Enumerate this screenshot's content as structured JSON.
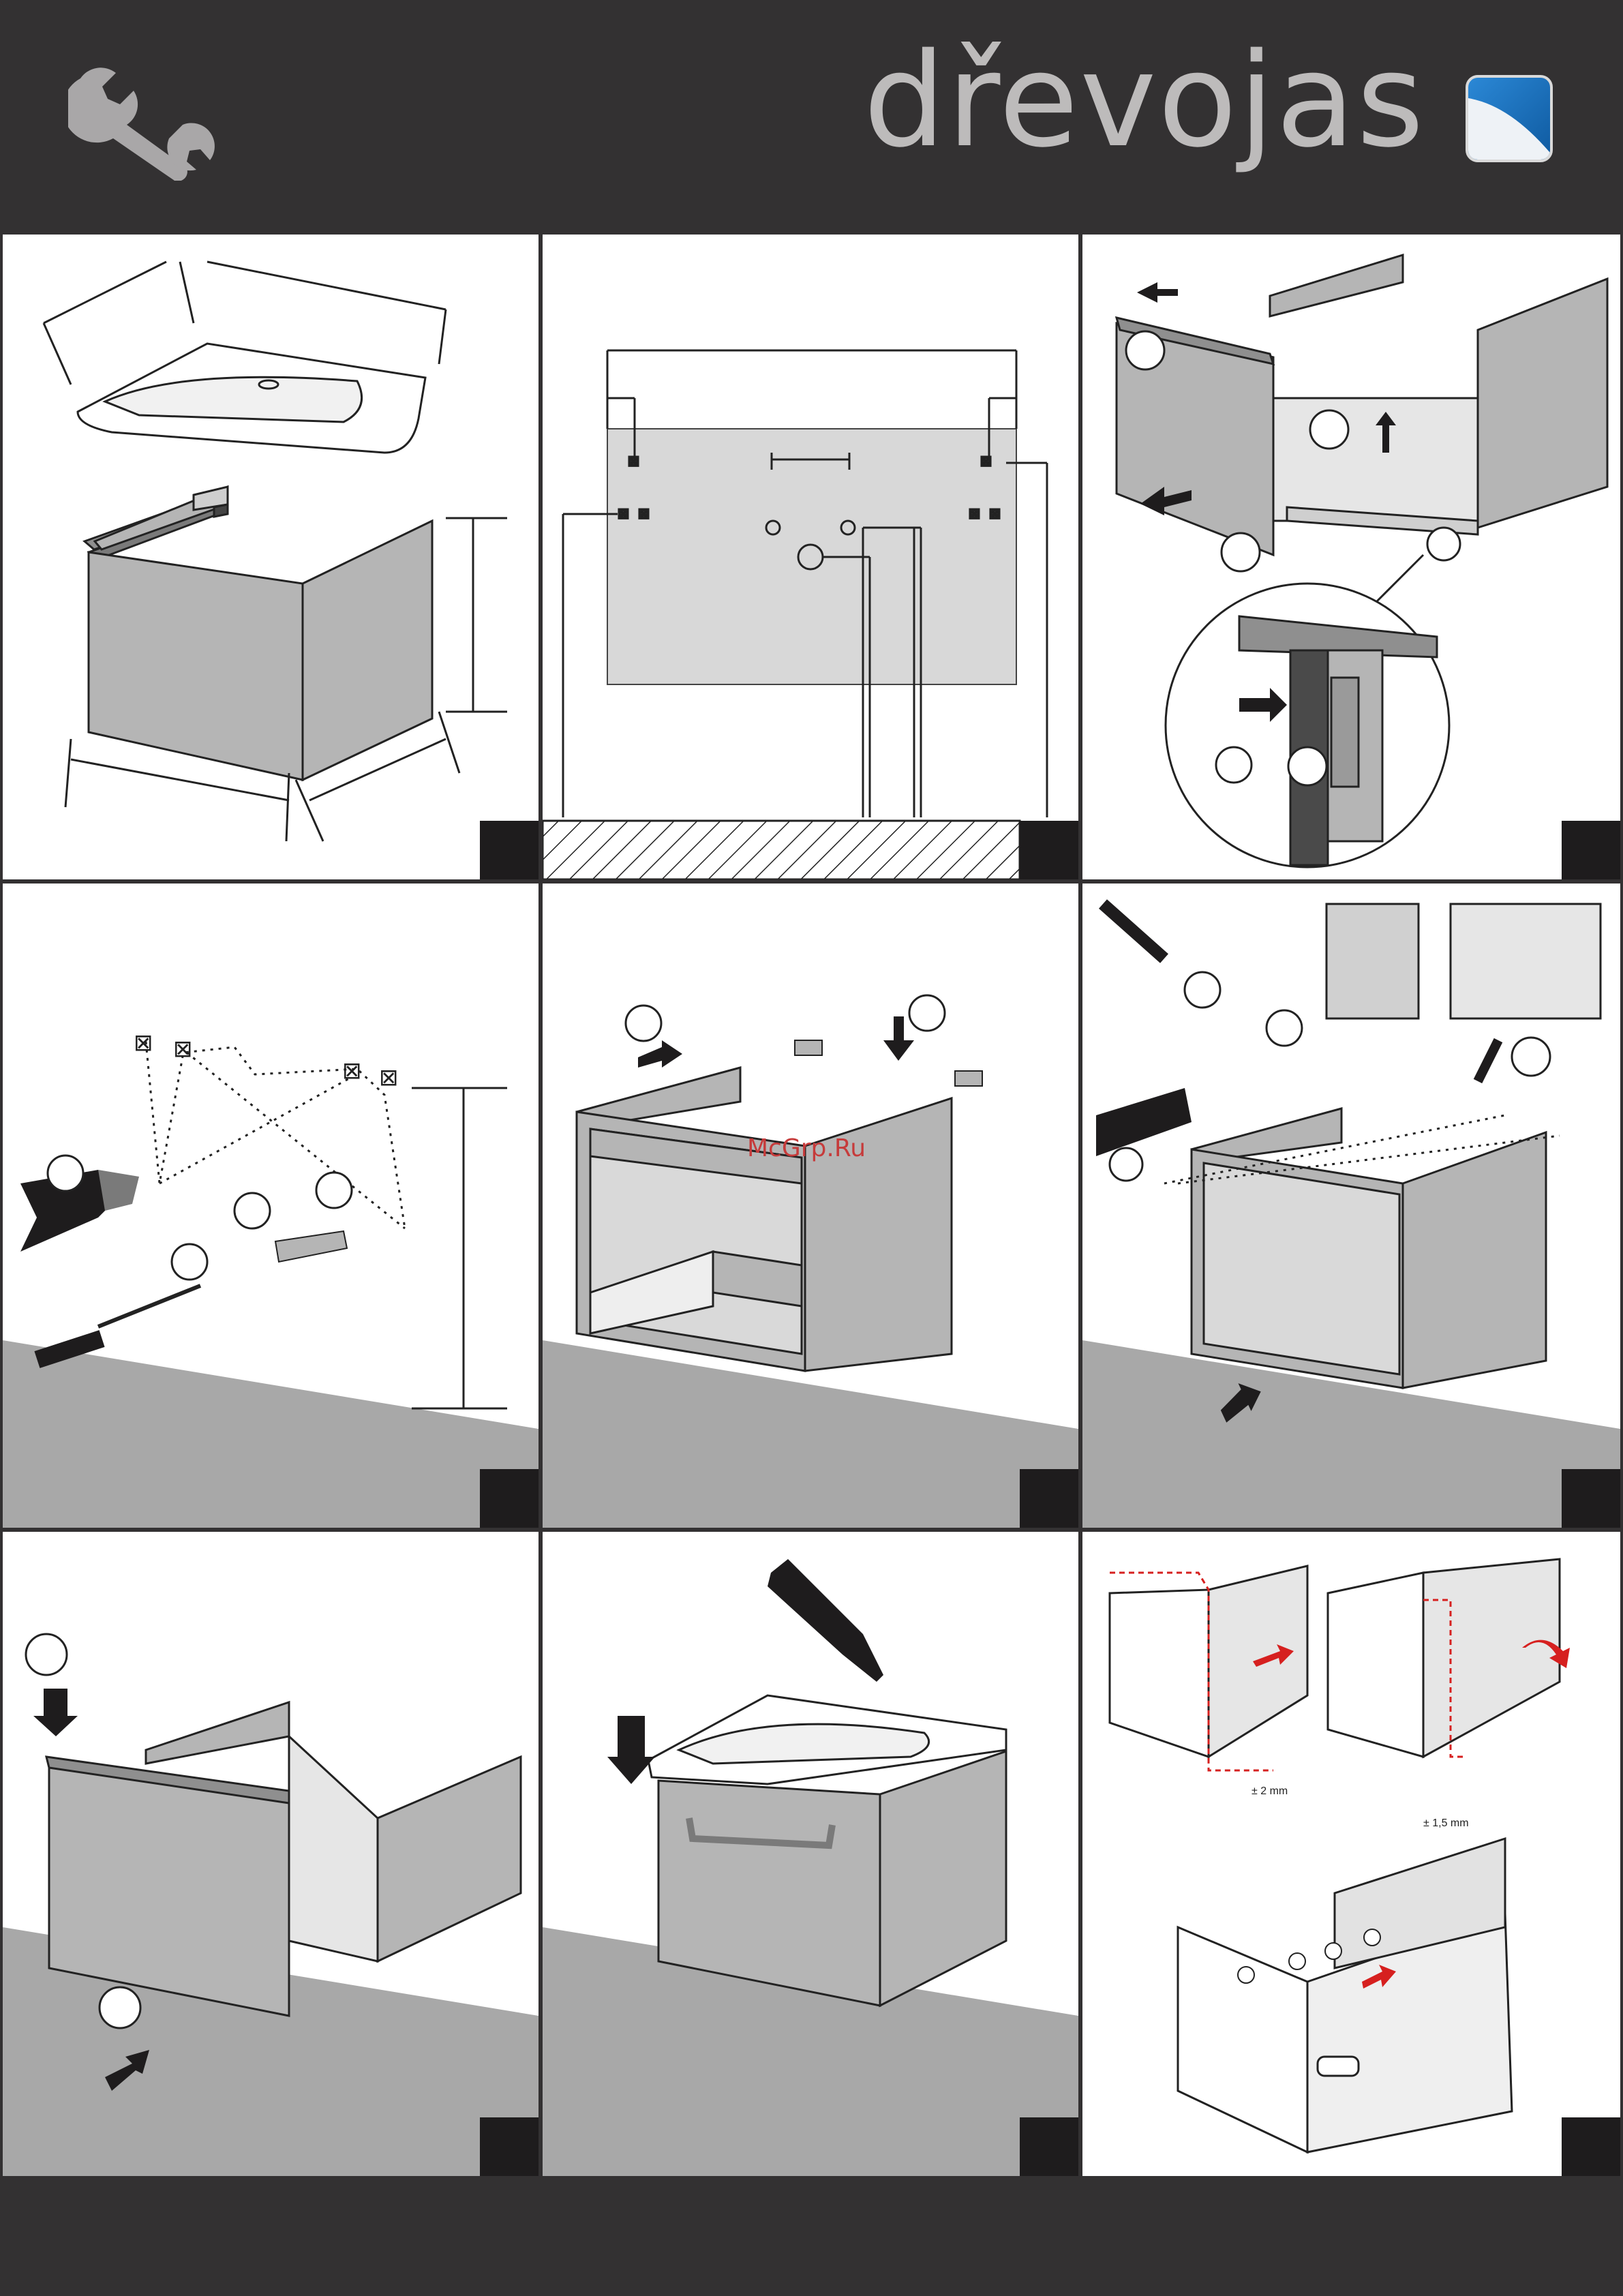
{
  "header": {
    "brand_name": "dřevojas",
    "icons": [
      "wrench-icon",
      "drevojas-logo-icon"
    ]
  },
  "panels": [
    {
      "id": "measure-unit",
      "illustration": "basin-and-cabinet-dimensions"
    },
    {
      "id": "wall-layout",
      "illustration": "wall-mounting-hole-layout"
    },
    {
      "id": "remove-drawer",
      "illustration": "drawer-removal-clip-detail"
    },
    {
      "id": "drill-wall",
      "illustration": "drill-and-fix-wall-brackets"
    },
    {
      "id": "hang-cabinet",
      "illustration": "hang-cabinet-on-brackets"
    },
    {
      "id": "adjust-hangers",
      "illustration": "adjust-hanger-screws"
    },
    {
      "id": "insert-drawer",
      "illustration": "reinsert-drawer"
    },
    {
      "id": "seal-basin",
      "illustration": "silicone-and-mount-basin"
    },
    {
      "id": "drawer-adjust",
      "illustration": "drawer-front-adjustment",
      "labels": {
        "tolerance_side": "± 2 mm",
        "tolerance_height": "± 1,5 mm"
      }
    }
  ],
  "watermark": "McGrp.Ru",
  "colors": {
    "header_bg": "#333132",
    "cabinet": "#b5b5b5",
    "floor": "#a8a8a8",
    "accent_red": "#d6201f",
    "logo_blue": "#1f78c8"
  }
}
